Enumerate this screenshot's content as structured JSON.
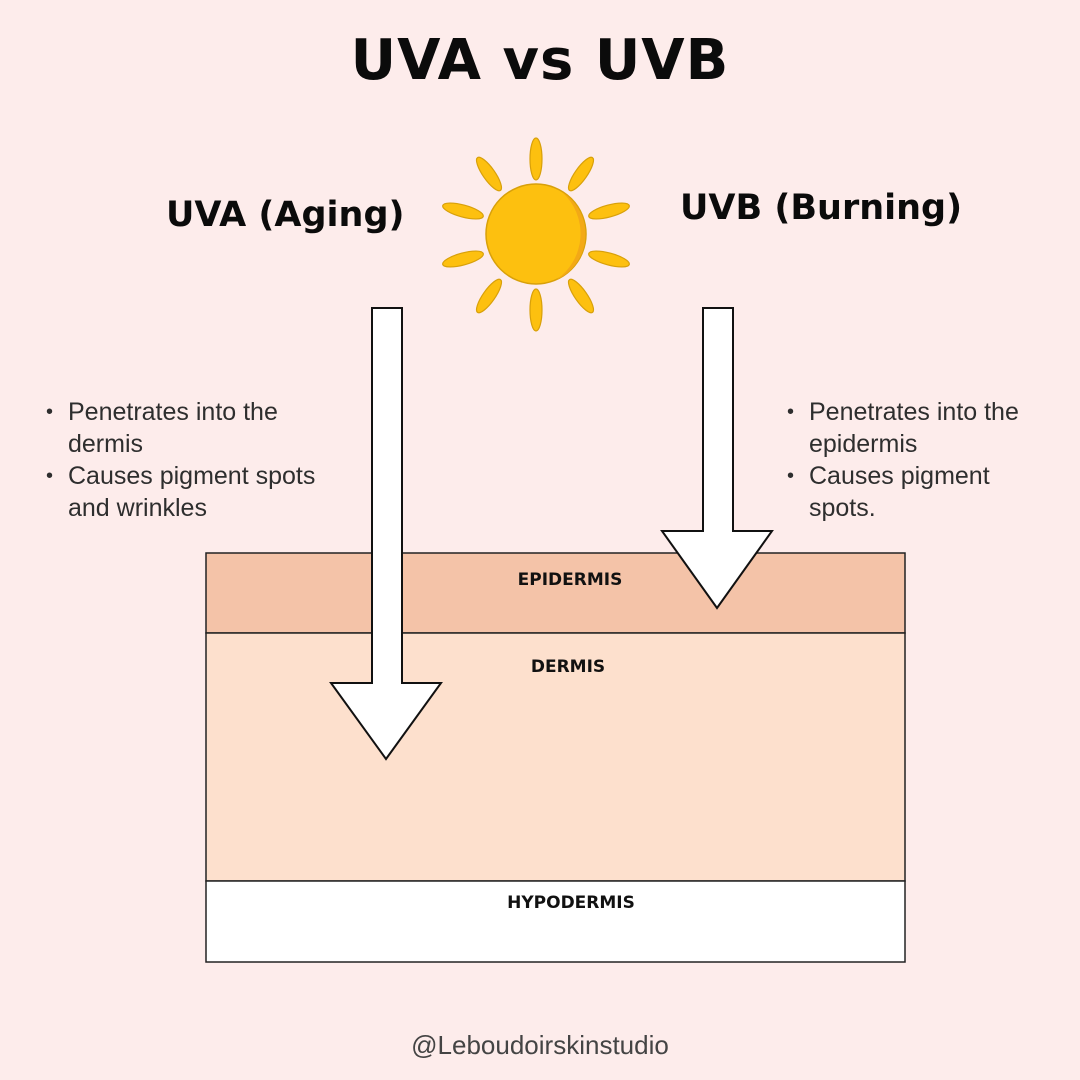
{
  "title": "UVA vs UVB",
  "uva": {
    "heading": "UVA (Aging)",
    "bullets": [
      "Penetrates into the dermis",
      " Causes pigment spots and wrinkles"
    ]
  },
  "uvb": {
    "heading": "UVB (Burning)",
    "bullets": [
      "Penetrates into the epidermis",
      " Causes pigment spots."
    ]
  },
  "layers": {
    "epidermis": "EPIDERMIS",
    "dermis": "DERMIS",
    "hypodermis": "HYPODERMIS"
  },
  "colors": {
    "background": "#fdeceb",
    "epidermis": "#f4c3a8",
    "dermis": "#fde0cd",
    "hypodermis": "#ffffff",
    "sun": "#fdc00f",
    "sun_shade": "#f3a916"
  },
  "icons": {
    "sun": "sun-icon",
    "uva_arrow": "down-arrow-icon",
    "uvb_arrow": "down-arrow-icon"
  },
  "footer": "@Leboudoirskinstudio"
}
